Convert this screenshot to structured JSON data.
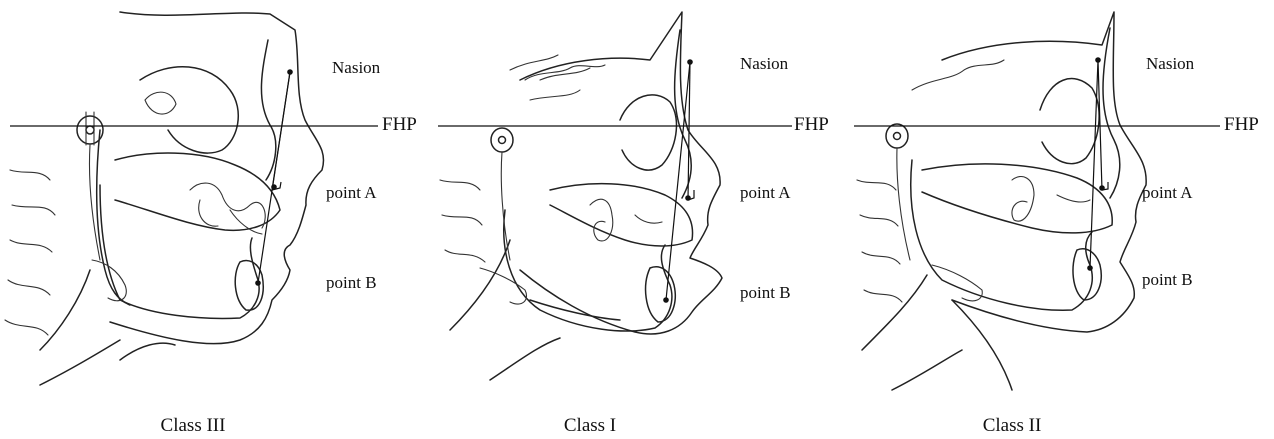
{
  "panels": [
    {
      "id": "class-iii",
      "caption": "Class III",
      "labels": {
        "nasion": "Nasion",
        "fhp": "FHP",
        "point_a": "point A",
        "point_b": "point B"
      }
    },
    {
      "id": "class-i",
      "caption": "Class I",
      "labels": {
        "nasion": "Nasion",
        "fhp": "FHP",
        "point_a": "point A",
        "point_b": "point B"
      }
    },
    {
      "id": "class-ii",
      "caption": "Class II",
      "labels": {
        "nasion": "Nasion",
        "fhp": "FHP",
        "point_a": "point A",
        "point_b": "point B"
      }
    }
  ]
}
